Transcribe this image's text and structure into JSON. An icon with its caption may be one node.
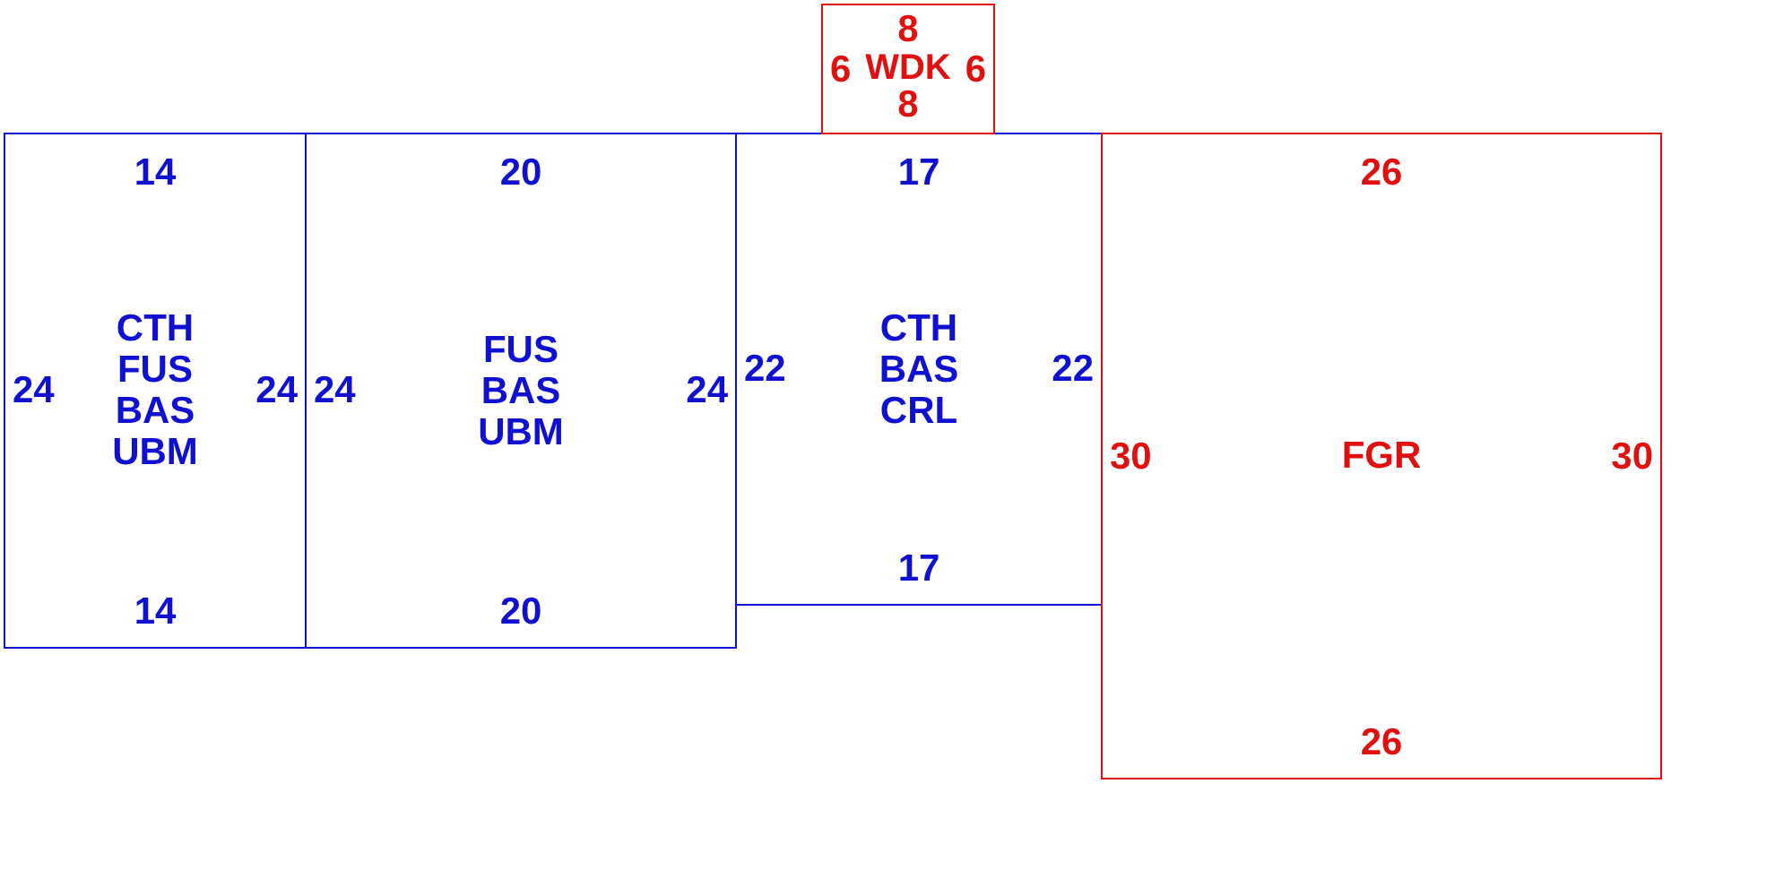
{
  "diagram": {
    "nodes": [
      {
        "text": [
          "14",
          "24",
          "CTH FUS BAS UBM",
          "24",
          "14"
        ]
      },
      {
        "text": [
          "20",
          "24",
          "FUS BAS UBM",
          "24",
          "20"
        ]
      },
      {
        "text": [
          "17",
          "22",
          "CTH BAS CRL",
          "22",
          "17"
        ]
      },
      {
        "text": [
          "8",
          "6",
          "WDK",
          "6",
          "8"
        ]
      },
      {
        "text": [
          "26",
          "30",
          "FGR",
          "30",
          "26"
        ]
      }
    ]
  }
}
